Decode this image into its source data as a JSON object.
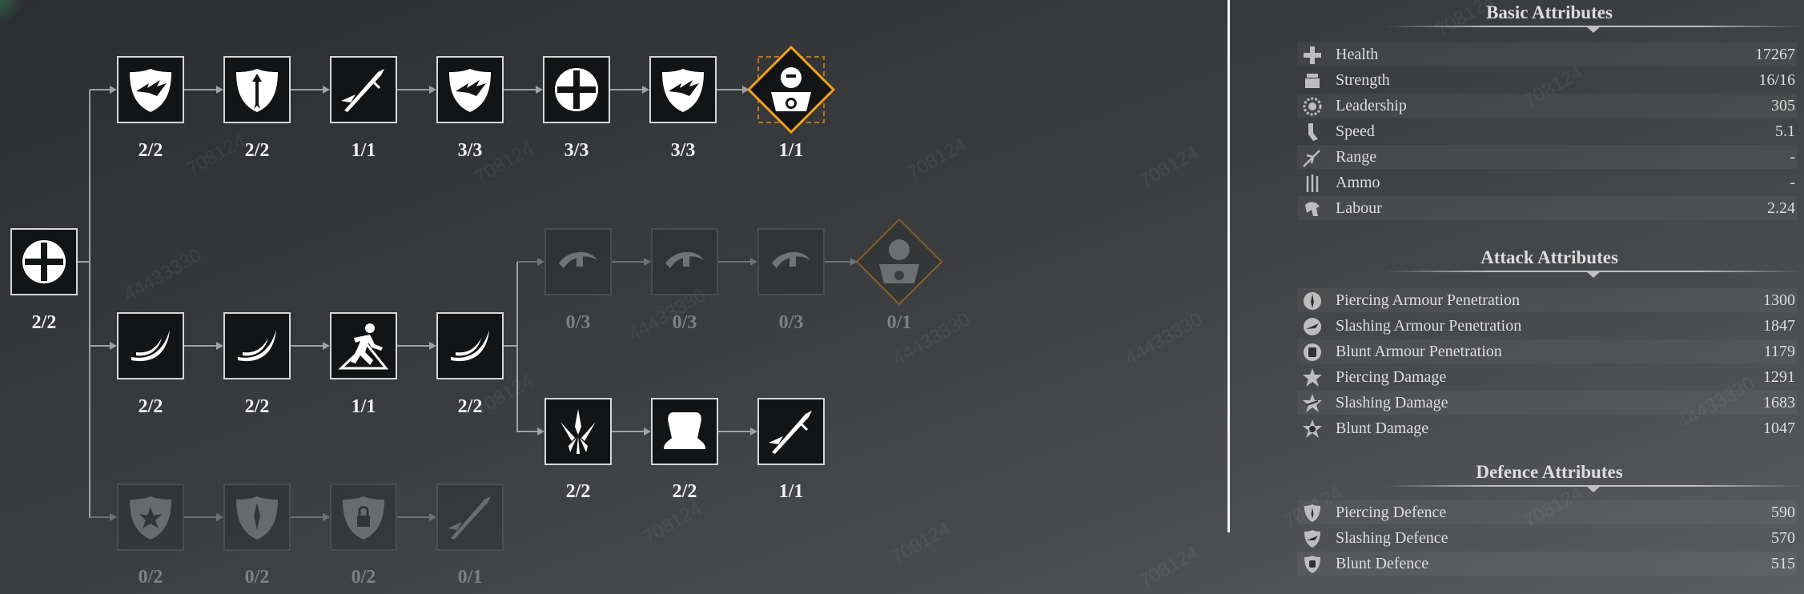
{
  "watermarks": [
    "708124",
    "708124",
    "708124",
    "708124",
    "708124",
    "708124",
    "708124",
    "708124",
    "708124",
    "708124",
    "708124",
    "708124",
    "44433330",
    "44433330",
    "44433330",
    "44433330",
    "44433330"
  ],
  "tree": {
    "root": {
      "icon": "plus-cross-shield-icon",
      "level": "2/2"
    },
    "row1": [
      {
        "icon": "slash-shield-icon",
        "level": "2/2"
      },
      {
        "icon": "arrow-shield-icon",
        "level": "2/2"
      },
      {
        "icon": "spear-icon",
        "level": "1/1"
      },
      {
        "icon": "slash-shield-icon",
        "level": "3/3"
      },
      {
        "icon": "cross-shield-icon",
        "level": "3/3"
      },
      {
        "icon": "slash-shield-icon",
        "level": "3/3"
      },
      {
        "icon": "knight-elite-icon",
        "level": "1/1"
      }
    ],
    "row2": [
      {
        "icon": "crescent-slash-icon",
        "level": "2/2"
      },
      {
        "icon": "crescent-slash-icon",
        "level": "2/2"
      },
      {
        "icon": "charge-runner-icon",
        "level": "1/1"
      },
      {
        "icon": "crescent-slash-icon",
        "level": "2/2"
      }
    ],
    "row2a": [
      {
        "icon": "eye-slash-icon",
        "level": "0/3"
      },
      {
        "icon": "eye-slash-icon",
        "level": "0/3"
      },
      {
        "icon": "eye-slash-icon",
        "level": "0/3"
      },
      {
        "icon": "knight-elite-locked-icon",
        "level": "0/1"
      }
    ],
    "row2b": [
      {
        "icon": "piercing-burst-icon",
        "level": "2/2"
      },
      {
        "icon": "anvil-icon",
        "level": "2/2"
      },
      {
        "icon": "spear-icon",
        "level": "1/1"
      }
    ],
    "row3": [
      {
        "icon": "burst-shield-icon",
        "level": "0/2"
      },
      {
        "icon": "pierce-shield-icon",
        "level": "0/2"
      },
      {
        "icon": "lock-shield-icon",
        "level": "0/2"
      },
      {
        "icon": "spear-slash-icon",
        "level": "0/1"
      }
    ]
  },
  "panel": {
    "basic": {
      "title": "Basic Attributes",
      "rows": [
        {
          "icon": "health-icon",
          "name": "Health",
          "value": "17267"
        },
        {
          "icon": "strength-icon",
          "name": "Strength",
          "value": "16/16"
        },
        {
          "icon": "leadership-icon",
          "name": "Leadership",
          "value": "305"
        },
        {
          "icon": "speed-icon",
          "name": "Speed",
          "value": "5.1"
        },
        {
          "icon": "range-icon",
          "name": "Range",
          "value": "-"
        },
        {
          "icon": "ammo-icon",
          "name": "Ammo",
          "value": "-"
        },
        {
          "icon": "labour-icon",
          "name": "Labour",
          "value": "2.24"
        }
      ]
    },
    "attack": {
      "title": "Attack Attributes",
      "rows": [
        {
          "icon": "piercing-pen-icon",
          "name": "Piercing Armour Penetration",
          "value": "1300"
        },
        {
          "icon": "slashing-pen-icon",
          "name": "Slashing Armour Penetration",
          "value": "1847"
        },
        {
          "icon": "blunt-pen-icon",
          "name": "Blunt Armour Penetration",
          "value": "1179"
        },
        {
          "icon": "piercing-dmg-icon",
          "name": "Piercing Damage",
          "value": "1291"
        },
        {
          "icon": "slashing-dmg-icon",
          "name": "Slashing Damage",
          "value": "1683"
        },
        {
          "icon": "blunt-dmg-icon",
          "name": "Blunt Damage",
          "value": "1047"
        }
      ]
    },
    "defence": {
      "title": "Defence Attributes",
      "rows": [
        {
          "icon": "piercing-def-icon",
          "name": "Piercing Defence",
          "value": "590"
        },
        {
          "icon": "slashing-def-icon",
          "name": "Slashing Defence",
          "value": "570"
        },
        {
          "icon": "blunt-def-icon",
          "name": "Blunt Defence",
          "value": "515"
        }
      ]
    }
  },
  "colors": {
    "elite_active": "#f0a21b",
    "elite_locked": "#b8741a",
    "divider": "#f3f3f3"
  }
}
